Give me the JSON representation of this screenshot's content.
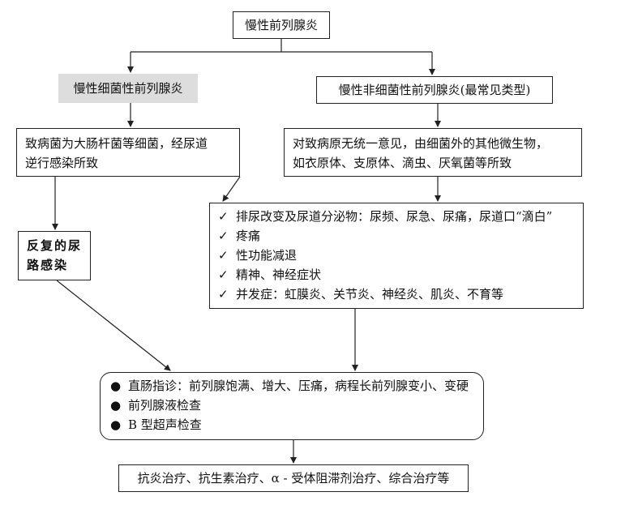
{
  "root": "慢性前列腺炎",
  "bacterial": {
    "title": "慢性细菌性前列腺炎",
    "cause_line1": "致病菌为大肠杆菌等细菌，经尿道",
    "cause_line2": "逆行感染所致",
    "complication_line1": "反复的尿",
    "complication_line2": "路感染"
  },
  "nonbacterial": {
    "title": "慢性非细菌性前列腺炎(最常见类型)",
    "cause_line1": "对致病原无统一意见，由细菌外的其他微生物，",
    "cause_line2": "如衣原体、支原体、滴虫、厌氧菌等所致"
  },
  "symptoms": {
    "marker": "✓",
    "items": [
      "排尿改变及尿道分泌物：尿频、尿急、尿痛，尿道口“滴白”",
      "疼痛",
      "性功能减退",
      "精神、神经症状",
      "并发症：虹膜炎、关节炎、神经炎、肌炎、不育等"
    ]
  },
  "diagnosis": {
    "marker": "●",
    "items": [
      "直肠指诊：前列腺饱满、增大、压痛，病程长前列腺变小、变硬",
      "前列腺液检查",
      "B 型超声检查"
    ]
  },
  "treatment": "抗炎治疗、抗生素治疗、α - 受体阻滞剂治疗、综合治疗等"
}
